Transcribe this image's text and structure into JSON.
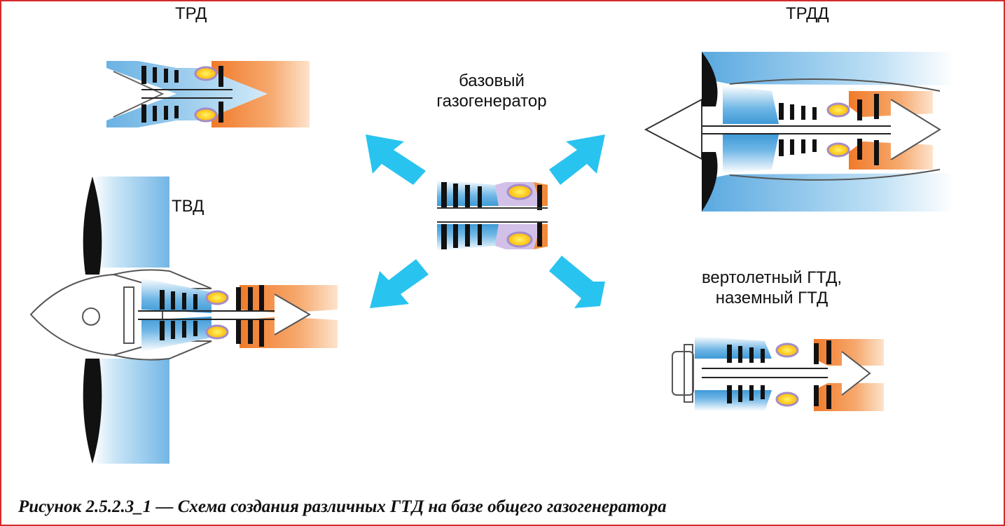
{
  "labels": {
    "trd": "ТРД",
    "trdd": "ТРДД",
    "tvd": "ТВД",
    "base_line1": "базовый",
    "base_line2": "газогенератор",
    "heli_line1": "вертолетный ГТД,",
    "heli_line2": "наземный ГТД"
  },
  "caption": "Рисунок 2.5.2.3_1 — Схема создания различных ГТД на базе общего газогенератора",
  "colors": {
    "border": "#d42a2a",
    "arrow": "#29c3f0",
    "compressor_blue": "#3f9ad6",
    "turbine_orange": "#f08a3a",
    "combustor_yellow": "#ffd21a",
    "blade_black": "#111111",
    "casing_lilac": "#b9a3d6"
  },
  "icons": [
    "arrow-up-left-icon",
    "arrow-up-right-icon",
    "arrow-down-left-icon",
    "arrow-down-right-icon"
  ]
}
